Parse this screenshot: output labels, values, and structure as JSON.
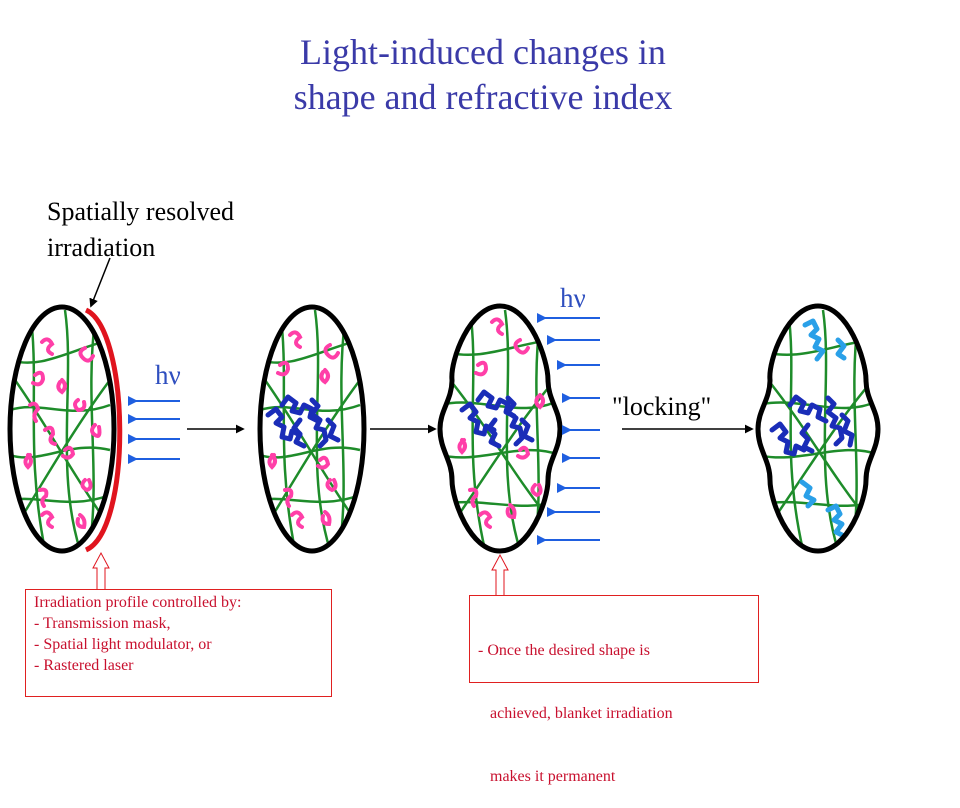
{
  "title": {
    "line1": "Light-induced changes in",
    "line2": "shape and refractive index"
  },
  "annotation": {
    "line1": "Spatially resolved",
    "line2": "irradiation"
  },
  "photon_label": "hν",
  "locking_label": "\"locking\"",
  "box_left": {
    "line1": "Irradiation profile controlled by:",
    "line2": "- Transmission mask,",
    "line3": "- Spatial light modulator, or",
    "line4": "- Rastered laser"
  },
  "box_right": {
    "line1": "- Once the desired shape is",
    "line2": "   achieved, blanket irradiation",
    "line3": "   makes it permanent"
  },
  "colors": {
    "title": "#3a3aa8",
    "network": "#1e8c2a",
    "macromer": "#ff3fa8",
    "polymerized": "#1a2db8",
    "light_blue": "#2aa0e8",
    "arrow": "#1f5fe0",
    "mask": "#e0141e"
  }
}
